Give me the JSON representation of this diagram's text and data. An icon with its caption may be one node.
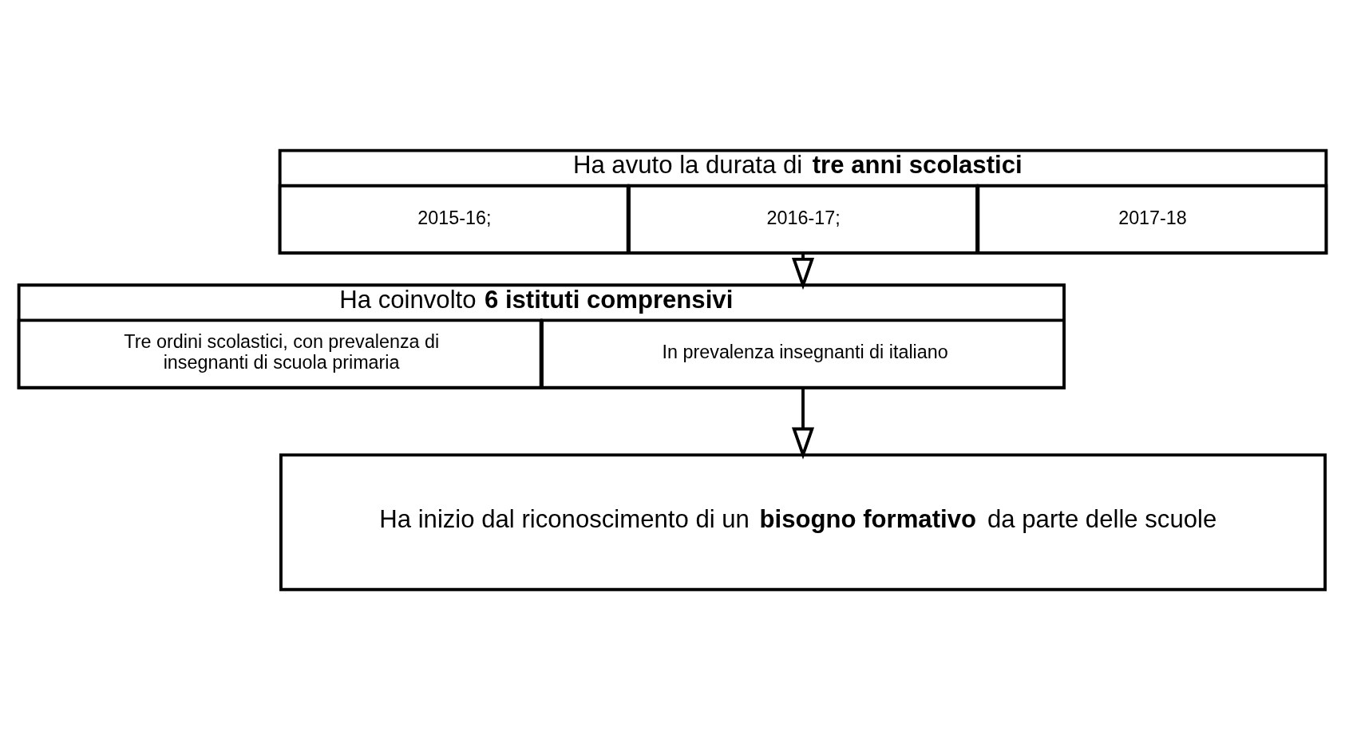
{
  "diagram": {
    "nodes": [
      {
        "text": [
          "Ha avuto la durata di **tre anni scolastici**"
        ]
      },
      {
        "text": [
          "2015-16;"
        ],
        "in": 0
      },
      {
        "text": [
          "2016-17;"
        ],
        "in": 0
      },
      {
        "text": [
          "2017-18"
        ],
        "in": 0
      },
      {
        "text": [
          "Ha coinvolto **6 istituti comprensivi**"
        ]
      },
      {
        "text": [
          "Tre ordini scolastici, con prevalenza di insegnanti di scuola primaria"
        ],
        "in": 4
      },
      {
        "text": [
          "In prevalenza insegnanti di italiano"
        ],
        "in": 4
      },
      {
        "text": [
          "Ha inizio dal riconoscimento di un **bisogno formativo** da parte delle scuole"
        ]
      }
    ],
    "edges": [
      {
        "from": 0,
        "to": 4,
        "arrow": "to"
      },
      {
        "from": 4,
        "to": 7,
        "arrow": "to"
      }
    ]
  }
}
